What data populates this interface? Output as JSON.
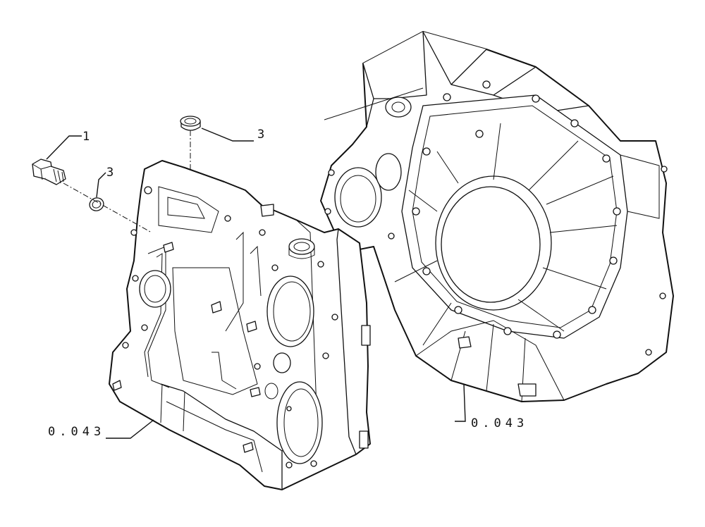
{
  "callouts": {
    "plug_number": "1",
    "seal_small_number": "3",
    "seal_top_number": "3",
    "front_cover_ref": "0.043",
    "flywheel_housing_ref": "0.043"
  },
  "parts": {
    "plug": "plug-bolt",
    "seal_small": "sealing-ring",
    "seal_top": "sealing-ring",
    "front_cover": "timing-cover",
    "flywheel_housing": "flywheel-housing"
  }
}
